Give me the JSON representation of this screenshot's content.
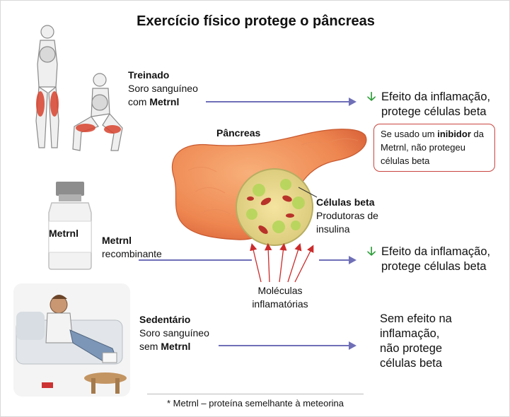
{
  "title": "Exercício físico protege o pâncreas",
  "trained": {
    "heading": "Treinado",
    "line1": "Soro sanguíneo",
    "line2_prefix": "com ",
    "line2_bold": "Metrnl",
    "effect_line1": "Efeito da inflamação,",
    "effect_line2": "protege células beta"
  },
  "inhibitor_note": {
    "prefix": "Se usado um ",
    "bold": "inibidor",
    "suffix": " da",
    "line2": "Metrnl, não protegeu",
    "line3": "células beta"
  },
  "recombinant": {
    "bottle_label": "Metrnl",
    "heading": "Metrnl",
    "line1": "recombinante",
    "effect_line1": "Efeito da inflamação,",
    "effect_line2": "protege células beta"
  },
  "pancreas": {
    "label": "Pâncreas",
    "beta_heading": "Células beta",
    "beta_line1": "Produtoras de",
    "beta_line2": "insulina"
  },
  "inflammatory": {
    "line1": "Moléculas",
    "line2": "inflamatórias"
  },
  "sedentary": {
    "heading": "Sedentário",
    "line1": "Soro sanguíneo",
    "line2_prefix": "sem ",
    "line2_bold": "Metrnl",
    "effect_line1": "Sem efeito na",
    "effect_line2": "inflamação,",
    "effect_line3": "não protege",
    "effect_line4": "células beta"
  },
  "footer": "* Metrnl – proteína semelhante à meteorina",
  "colors": {
    "arrow": "#6f6fb8",
    "green_arrow": "#2e9e3a",
    "note_border": "#c9453f",
    "inflammation_arrow": "#cc2b2b"
  }
}
